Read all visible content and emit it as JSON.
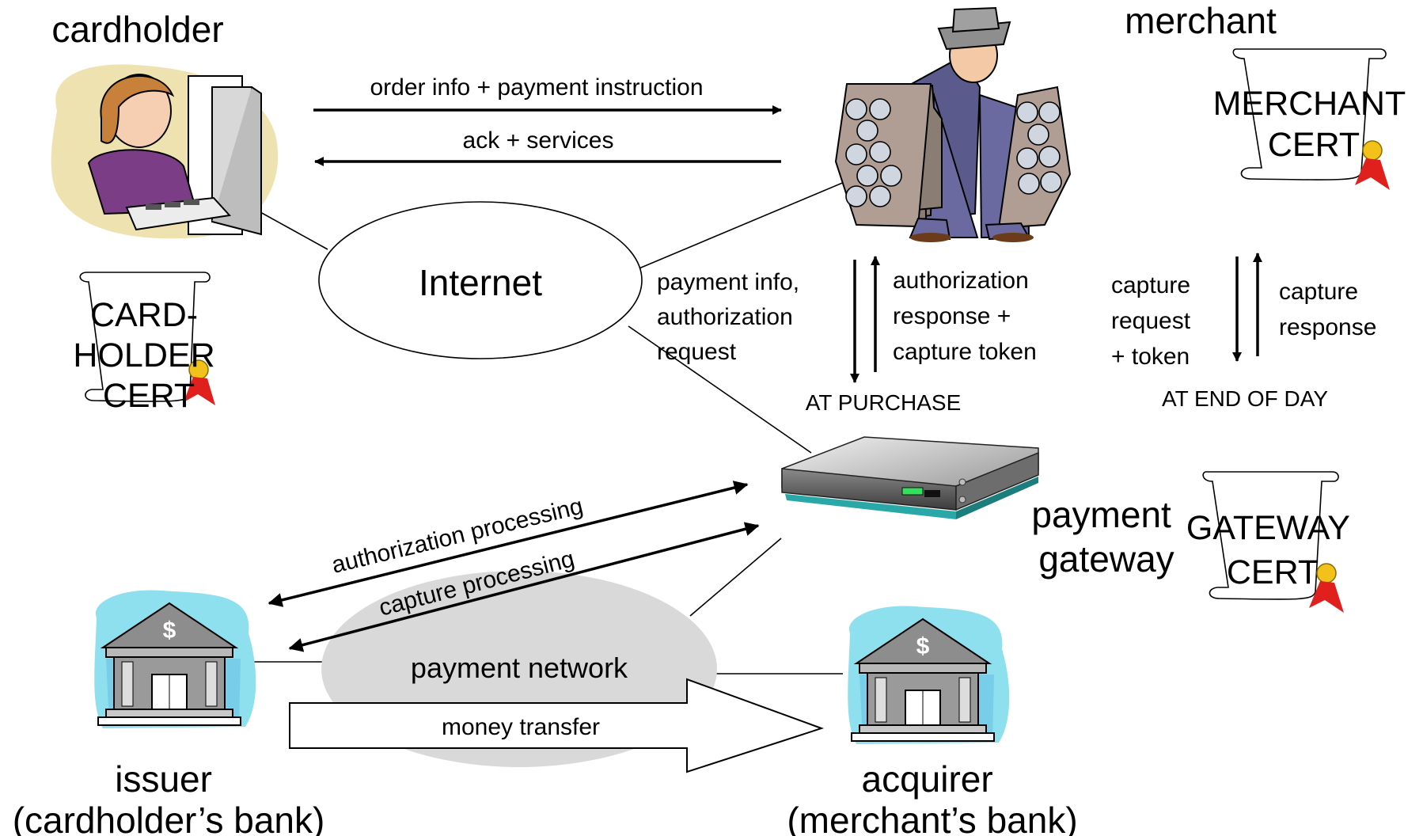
{
  "parties": {
    "cardholder": "cardholder",
    "merchant": "merchant",
    "gateway_line1": "payment",
    "gateway_line2": "gateway",
    "issuer_line1": "issuer",
    "issuer_line2": "(cardholder’s bank)",
    "acquirer_line1": "acquirer",
    "acquirer_line2": "(merchant’s bank)"
  },
  "clouds": {
    "internet": "Internet",
    "payment_network": "payment network"
  },
  "certs": {
    "cardholder": [
      "CARD-",
      "HOLDER",
      "CERT"
    ],
    "merchant": [
      "MERCHANT",
      "CERT"
    ],
    "gateway": [
      "GATEWAY",
      "CERT"
    ]
  },
  "messages": {
    "order": "order info + payment instruction",
    "ack": "ack + services",
    "payment_info": [
      "payment info,",
      "authorization",
      "request"
    ],
    "auth_response": [
      "authorization",
      "response +",
      "capture token"
    ],
    "capture_request": [
      "capture",
      "request",
      "+ token"
    ],
    "capture_response": [
      "capture",
      "response"
    ],
    "at_purchase": "AT PURCHASE",
    "end_of_day": "AT END OF DAY",
    "auth_processing": "authorization processing",
    "capture_processing": "capture processing",
    "money_transfer": "money transfer"
  },
  "icons": [
    "person-at-computer-icon",
    "merchant-coat-icon",
    "server-icon",
    "bank-icon",
    "scroll-certificate-icon",
    "award-seal-icon"
  ],
  "colors": {
    "cloud_fill": "#d9d9d9",
    "seal_red": "#e0201c",
    "seal_gold": "#f2c21a",
    "sky": "#8fe0ee",
    "led": "#33e05a"
  }
}
